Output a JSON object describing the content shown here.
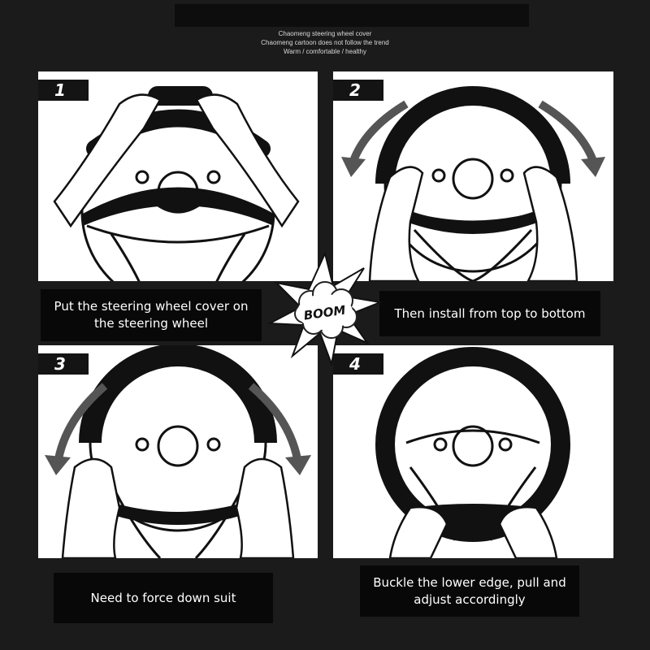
{
  "header": {
    "line1": "Chaomeng steering wheel cover",
    "line2": "Chaomeng cartoon does not follow the trend",
    "line3": "Warm / comfortable / healthy"
  },
  "steps": [
    {
      "number": "1",
      "caption": "Put the steering wheel cover on the steering wheel"
    },
    {
      "number": "2",
      "caption": "Then install from top to bottom"
    },
    {
      "number": "3",
      "caption": "Need to force down suit"
    },
    {
      "number": "4",
      "caption": "Buckle the lower edge, pull and adjust accordingly"
    }
  ],
  "boom": {
    "text": "BOOM"
  },
  "colors": {
    "background": "#1b1b1b",
    "panel": "#ffffff",
    "label_bg": "#080808",
    "ink": "#111111",
    "arrow": "#555555"
  }
}
